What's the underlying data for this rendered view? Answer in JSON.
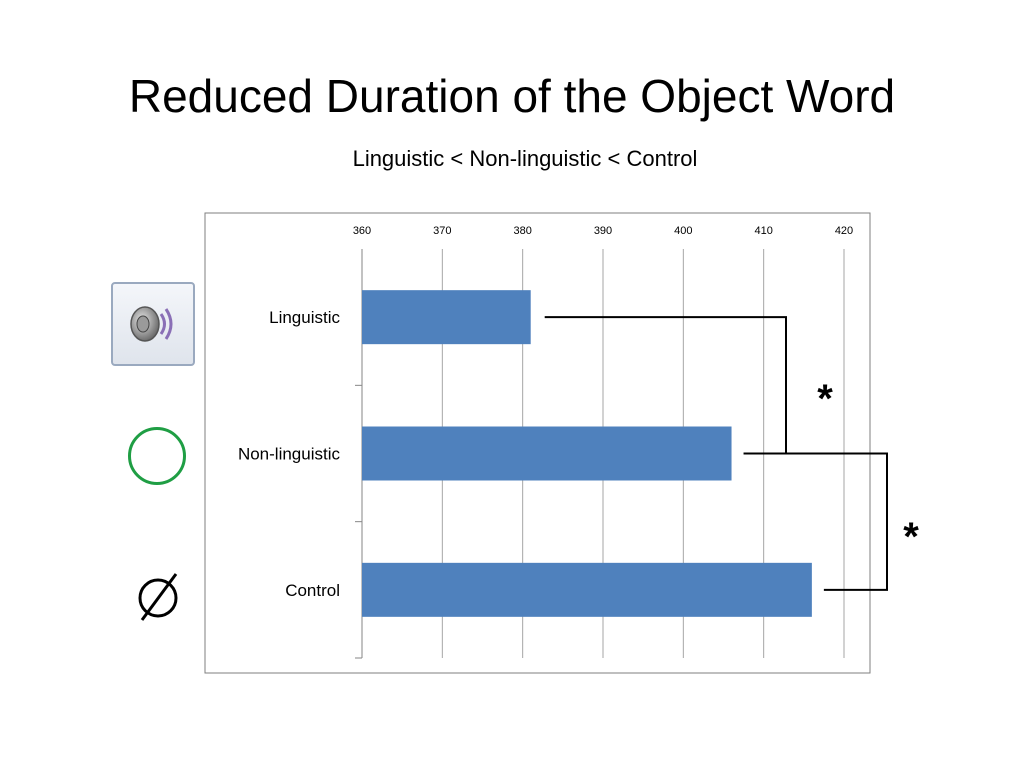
{
  "slide": {
    "title": "Reduced Duration of the Object Word",
    "subtitle": "Linguistic < Non-linguistic < Control"
  },
  "icons": [
    {
      "name": "speaker-icon",
      "row": "Linguistic"
    },
    {
      "name": "circle-icon",
      "row": "Non-linguistic",
      "color": "#1f9e44"
    },
    {
      "name": "empty-set-icon",
      "row": "Control"
    }
  ],
  "chart_data": {
    "type": "bar",
    "orientation": "horizontal",
    "categories": [
      "Linguistic",
      "Non-linguistic",
      "Control"
    ],
    "values": [
      381,
      406,
      416
    ],
    "xlim": [
      360,
      420
    ],
    "xticks": [
      360,
      370,
      380,
      390,
      400,
      410,
      420
    ],
    "x_axis_position": "top",
    "grid": true,
    "bar_color": "#4f81bd",
    "significance": [
      {
        "from": "Linguistic",
        "to": "Non-linguistic",
        "label": "*"
      },
      {
        "from": "Non-linguistic",
        "to": "Control",
        "label": "*"
      }
    ]
  }
}
